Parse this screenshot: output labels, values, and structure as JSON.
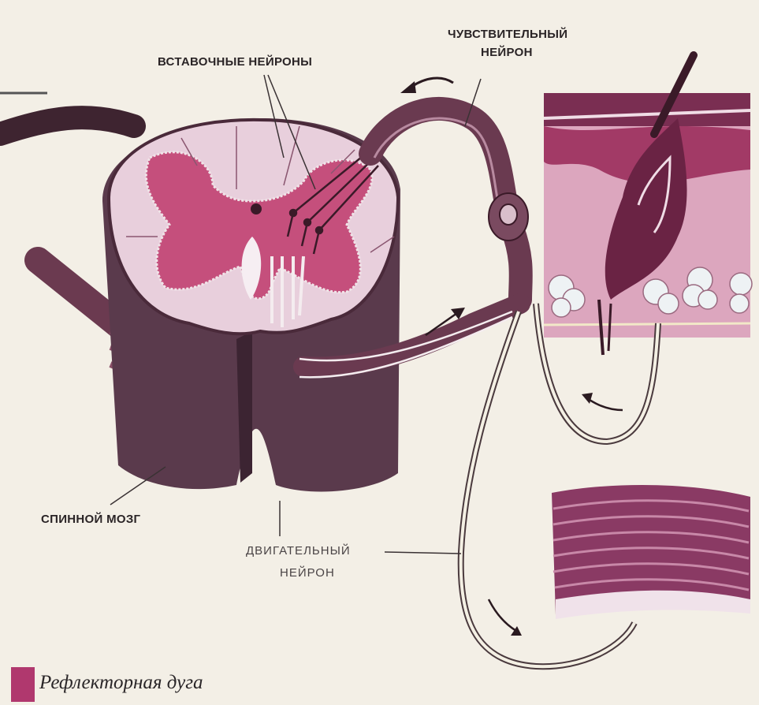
{
  "labels": {
    "interneurons": "ВСТАВОЧНЫЕ НЕЙРОНЫ",
    "sensory_line1": "ЧУВСТВИТЕЛЬНЫЙ",
    "sensory_line2": "НЕЙРОН",
    "spinal_cord": "СПИННОЙ МОЗГ",
    "motor_line1": "ДВИГАТЕЛЬНЫЙ",
    "motor_line2": "НЕЙРОН"
  },
  "caption": "Рефлекторная дуга",
  "colors": {
    "background": "#f3efe6",
    "white_matter": "#e9cfdc",
    "grey_matter": "#c8507e",
    "cord_section": "#5a3a4c",
    "nerve": "#6a3a50",
    "skin": "#d8a4bc",
    "muscle": "#8a3a64",
    "caption_mark": "#b0386e"
  }
}
